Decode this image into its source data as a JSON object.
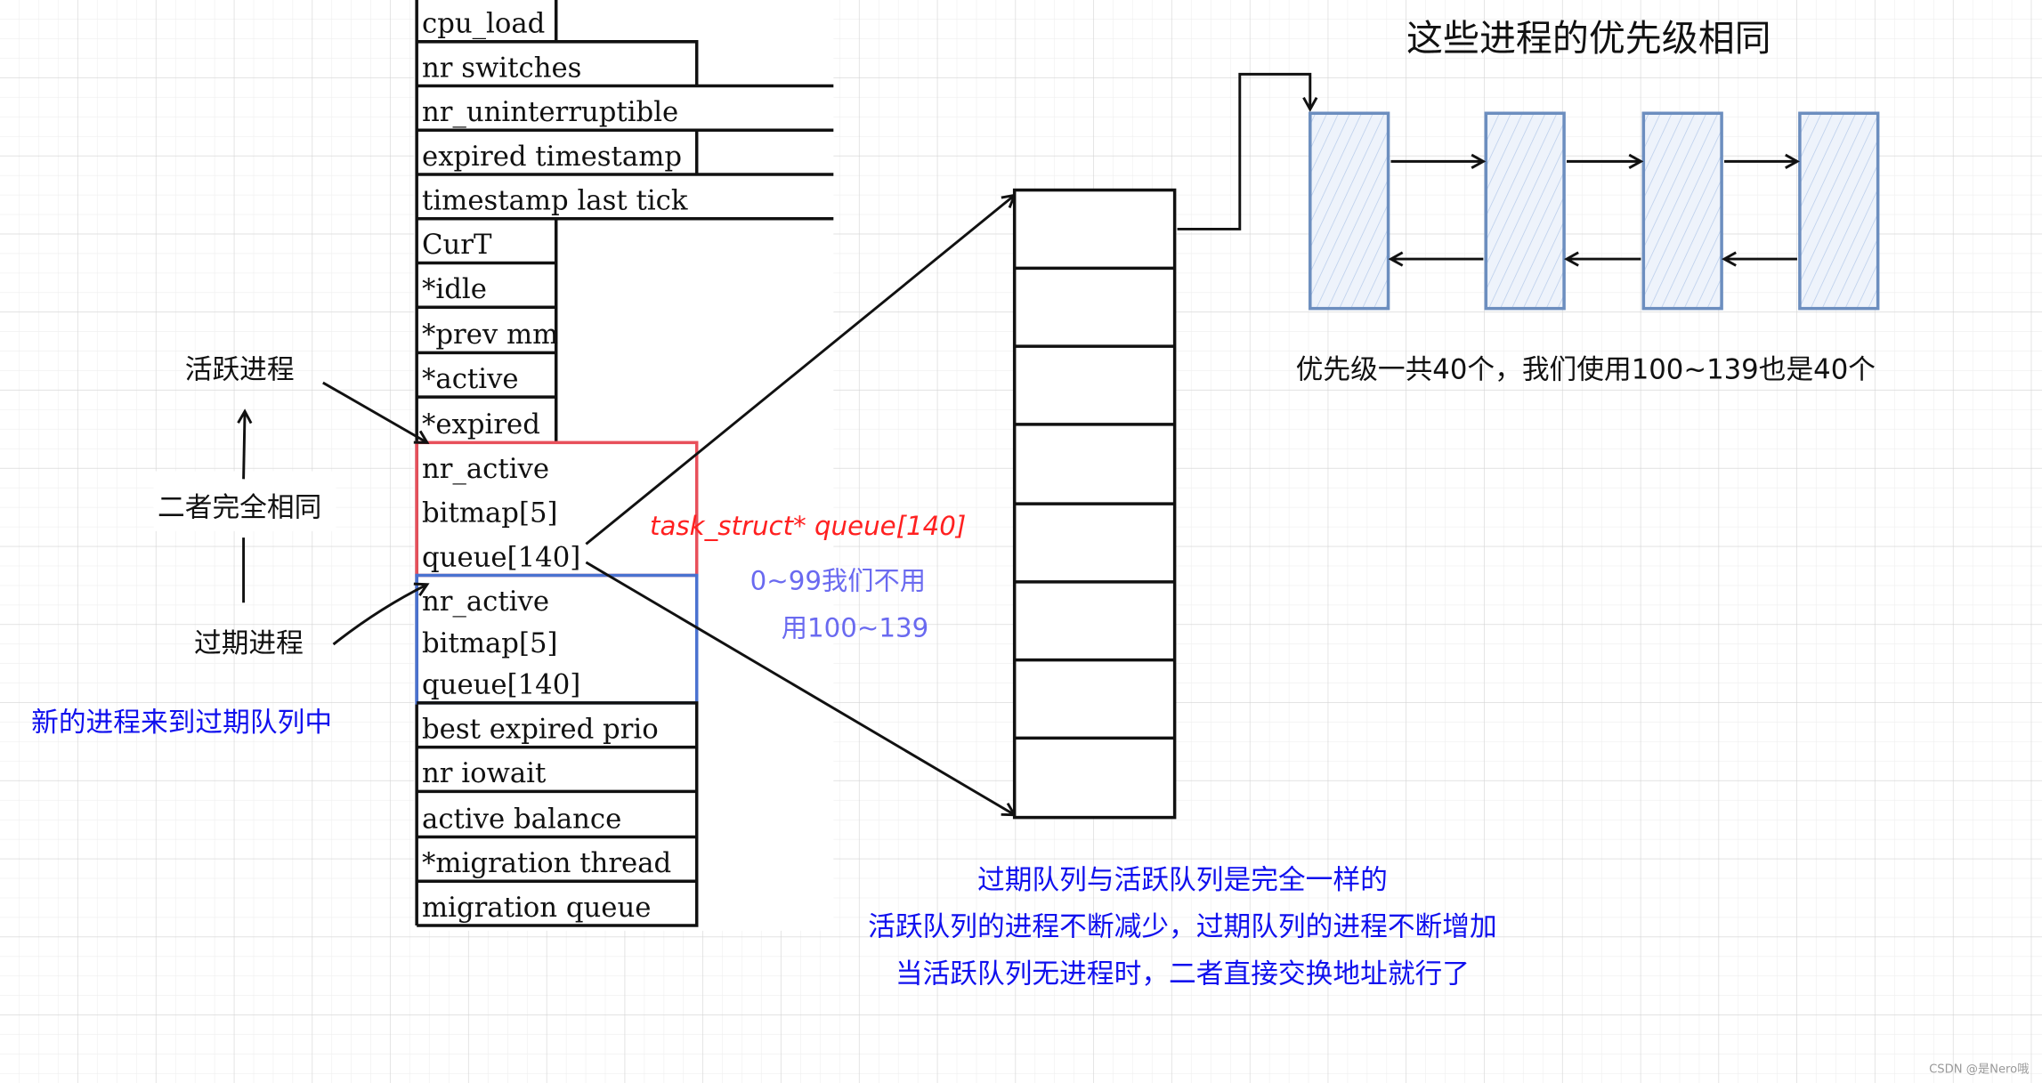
{
  "struct_fields": {
    "cpu_load": "cpu_load",
    "nr_switches": "nr switches",
    "nr_uninterruptible": "nr_uninterruptible",
    "expired_timestamp": "expired timestamp",
    "timestamp_last_tick": "timestamp last tick",
    "curr": "CurT",
    "idle": "*idle",
    "prev_mm": "*prev mm",
    "active": "*active",
    "expired": "*expired",
    "best_expired_prio": "best expired prio",
    "nr_iowait": "nr iowait",
    "active_balance": "active balance",
    "migration_thread": "*migration thread",
    "migration_queue": "migration queue"
  },
  "active_array": {
    "nr_active": "nr_active",
    "bitmap": "bitmap[5]",
    "queue": "queue[140]"
  },
  "expired_array": {
    "nr_active": "nr_active",
    "bitmap": "bitmap[5]",
    "queue": "queue[140]"
  },
  "labels": {
    "active_process": "活跃进程",
    "both_identical": "二者完全相同",
    "expired_process": "过期进程",
    "new_process_note": "新的进程来到过期队列中",
    "queue_type": "task_struct* queue[140]",
    "unused_range": "0~99我们不用",
    "used_range": "用100~139",
    "same_priority_title": "这些进程的优先级相同",
    "priority_count": "优先级一共40个，我们使用100~139也是40个",
    "summary_line1": "过期队列与活跃队列是完全一样的",
    "summary_line2": "活跃队列的进程不断减少，过期队列的进程不断增加",
    "summary_line3": "当活跃队列无进程时，二者直接交换地址就行了",
    "watermark": "CSDN @是Nero哦"
  },
  "colors": {
    "active_box": "#e8505b",
    "expired_box": "#4a72d0",
    "annotation_red": "#ff2020",
    "annotation_purple": "#6a6af0",
    "note_blue": "#1010ee",
    "node_stroke": "#6c8ebf"
  }
}
